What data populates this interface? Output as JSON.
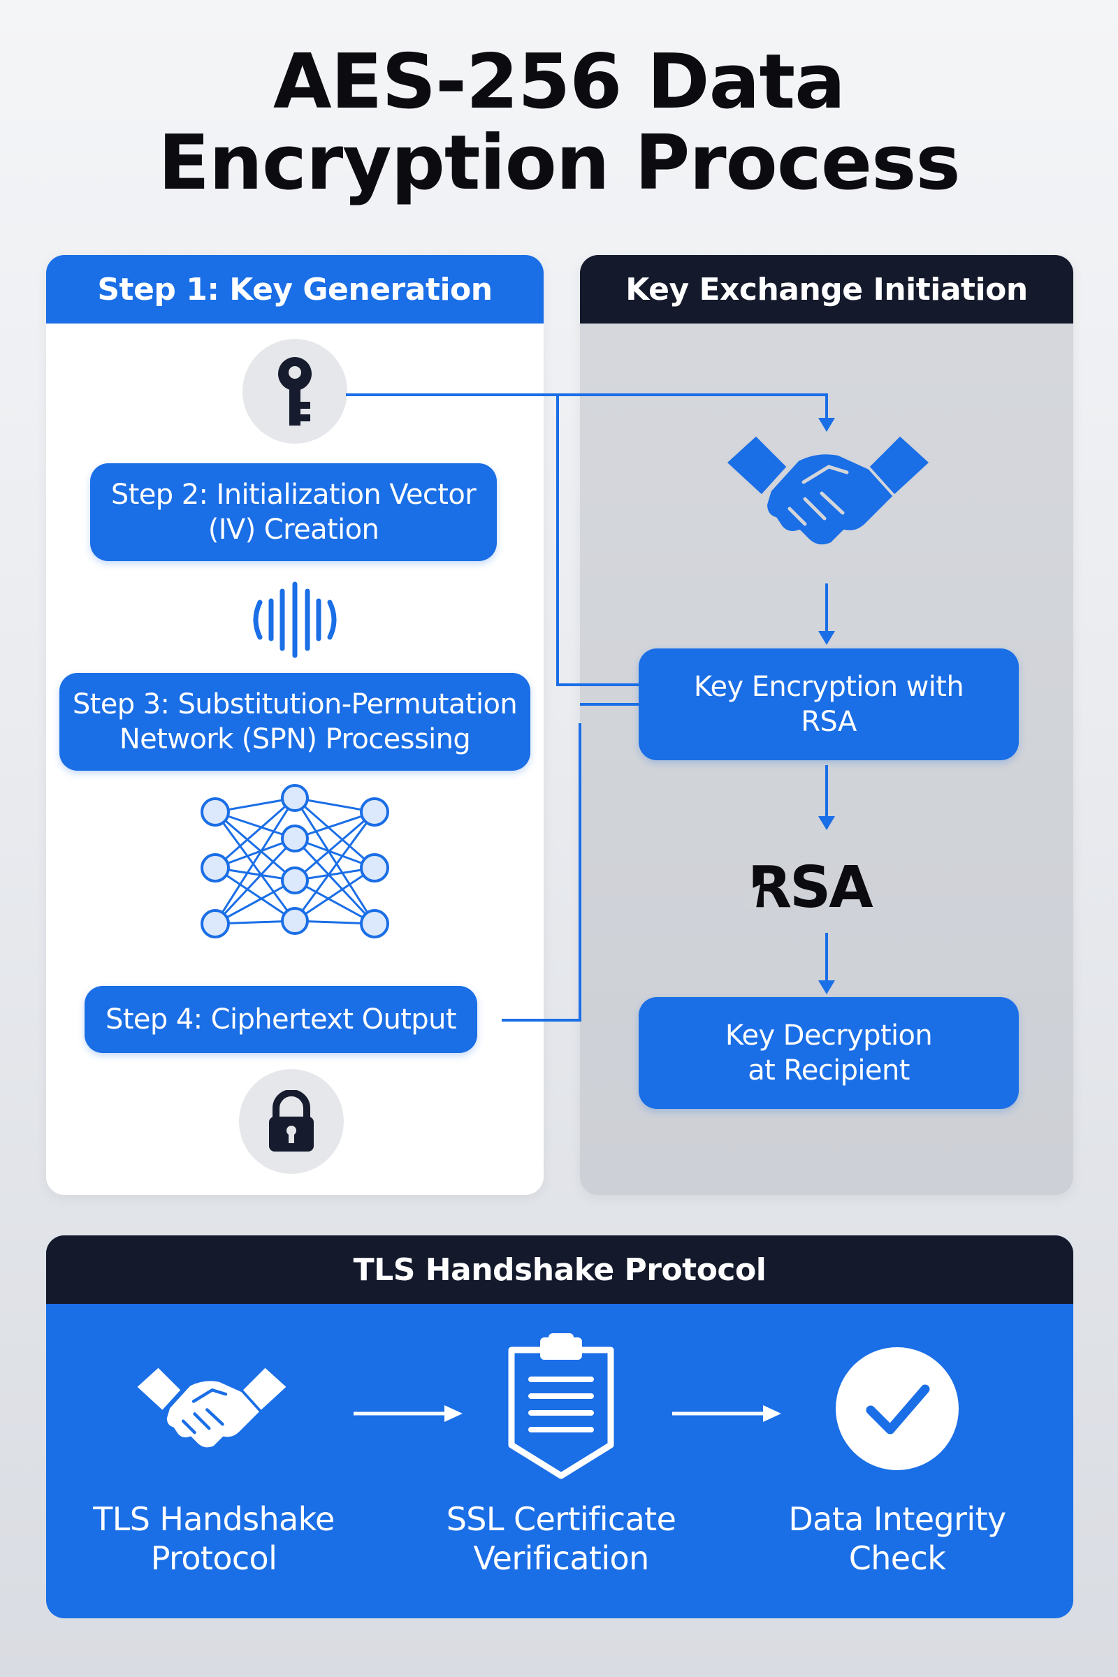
{
  "title": {
    "line1": "AES-256 Data",
    "line2": "Encryption Process"
  },
  "left_panel": {
    "header": "Step 1: Key Generation",
    "icons": {
      "top": "key-icon",
      "waveform": "waveform-icon",
      "network": "neural-network-icon",
      "bottom": "padlock-icon"
    },
    "steps": [
      {
        "line1": "Step 2: Initialization Vector",
        "line2": "(IV) Creation"
      },
      {
        "line1": "Step 3: Substitution-Permutation",
        "line2": "Network (SPN) Processing"
      },
      {
        "line1": "Step 4: Ciphertext Output",
        "line2": ""
      }
    ]
  },
  "right_panel": {
    "header": "Key Exchange Initiation",
    "icons": {
      "top": "handshake-icon"
    },
    "boxes": [
      {
        "line1": "Key Encryption with",
        "line2": "RSA"
      },
      {
        "line1": "Key Decryption",
        "line2": "at Recipient"
      }
    ],
    "logo_text": "RSA"
  },
  "tls": {
    "header": "TLS Handshake Protocol",
    "items": [
      {
        "icon": "handshake-icon",
        "line1": "TLS Handshake",
        "line2": "Protocol"
      },
      {
        "icon": "clipboard-certificate-icon",
        "line1": "SSL Certificate",
        "line2": "Verification"
      },
      {
        "icon": "checkmark-icon",
        "line1": "Data Integrity",
        "line2": "Check"
      }
    ]
  },
  "colors": {
    "accent_blue": "#1a6ee6",
    "dark_navy": "#141a2c",
    "icon_dark": "#161b2e"
  }
}
